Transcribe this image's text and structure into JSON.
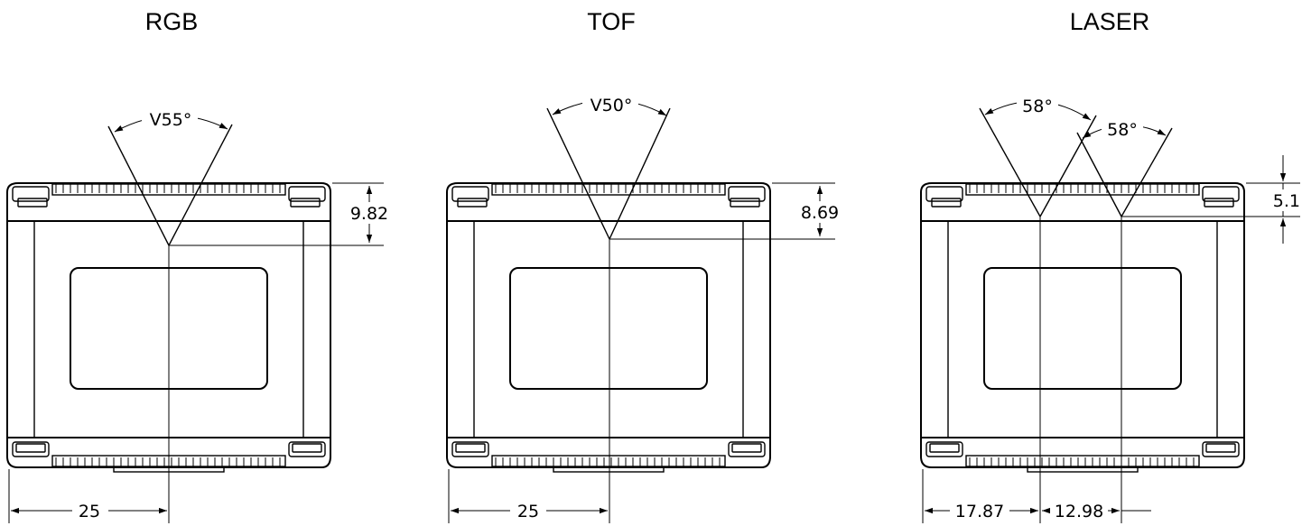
{
  "views": [
    {
      "id": "rgb",
      "title": "RGB",
      "angle_label": "V55°",
      "height_dim": "9.82",
      "width_dims": [
        "25"
      ]
    },
    {
      "id": "tof",
      "title": "TOF",
      "angle_label": "V50°",
      "height_dim": "8.69",
      "width_dims": [
        "25"
      ]
    },
    {
      "id": "laser",
      "title": "LASER",
      "angle_labels": [
        "58°",
        "58°"
      ],
      "height_dim": "5.1",
      "width_dims": [
        "17.87",
        "12.98"
      ]
    }
  ]
}
